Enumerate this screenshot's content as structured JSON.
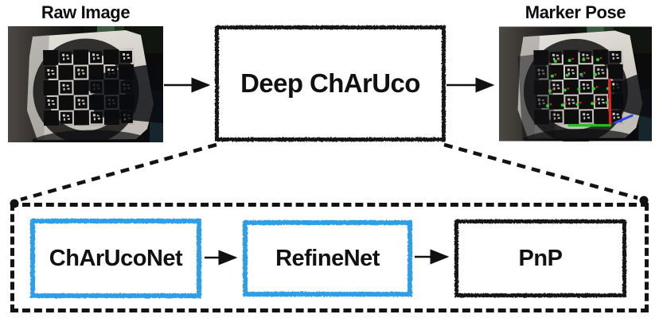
{
  "figure": {
    "input_label": "Raw Image",
    "output_label": "Marker Pose",
    "main_module": "Deep ChArUco",
    "pipeline": {
      "stages": [
        {
          "label": "ChArUcoNet",
          "accent": "#2f9fe6"
        },
        {
          "label": "RefineNet",
          "accent": "#2f9fe6"
        },
        {
          "label": "PnP",
          "accent": "#161616"
        }
      ]
    },
    "colors": {
      "line": "#111111",
      "stage_accent_blue": "#2f9fe6",
      "pose_axis_y": "#e0241b",
      "pose_axis_x": "#1dc318",
      "pose_axis_z": "#2b46e8",
      "corner_dot": "#2bd42b"
    }
  }
}
